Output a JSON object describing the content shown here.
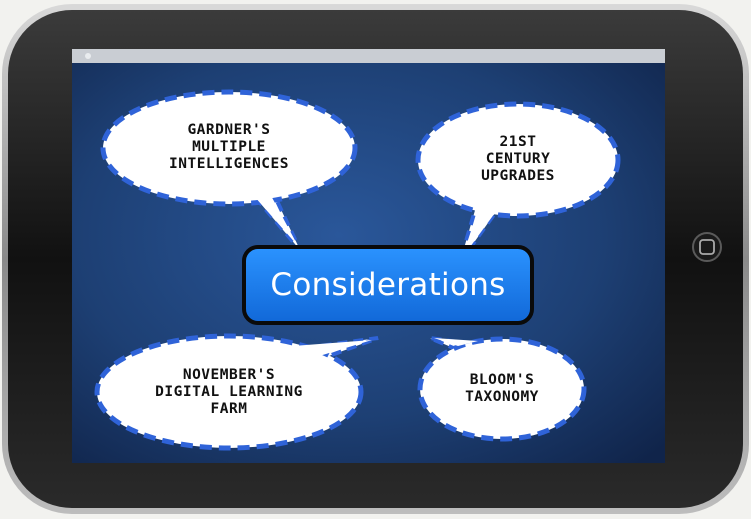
{
  "diagram": {
    "center": {
      "label": "Considerations"
    },
    "nodes": [
      {
        "id": "gardner",
        "label": "GARDNER'S\nMULTIPLE\nINTELLIGENCES"
      },
      {
        "id": "century",
        "label": "21ST\nCENTURY\nUPGRADES"
      },
      {
        "id": "november",
        "label": "NOVEMBER'S\nDIGITAL LEARNING\nFARM"
      },
      {
        "id": "bloom",
        "label": "BLOOM'S\nTAXONOMY"
      }
    ]
  },
  "colors": {
    "screen": "#1d3f73",
    "central_box": "#1b7fe8",
    "bubble_border": "#2f63d8",
    "bezel": "#141414"
  },
  "icons": {
    "home_button": "home-button-icon"
  }
}
